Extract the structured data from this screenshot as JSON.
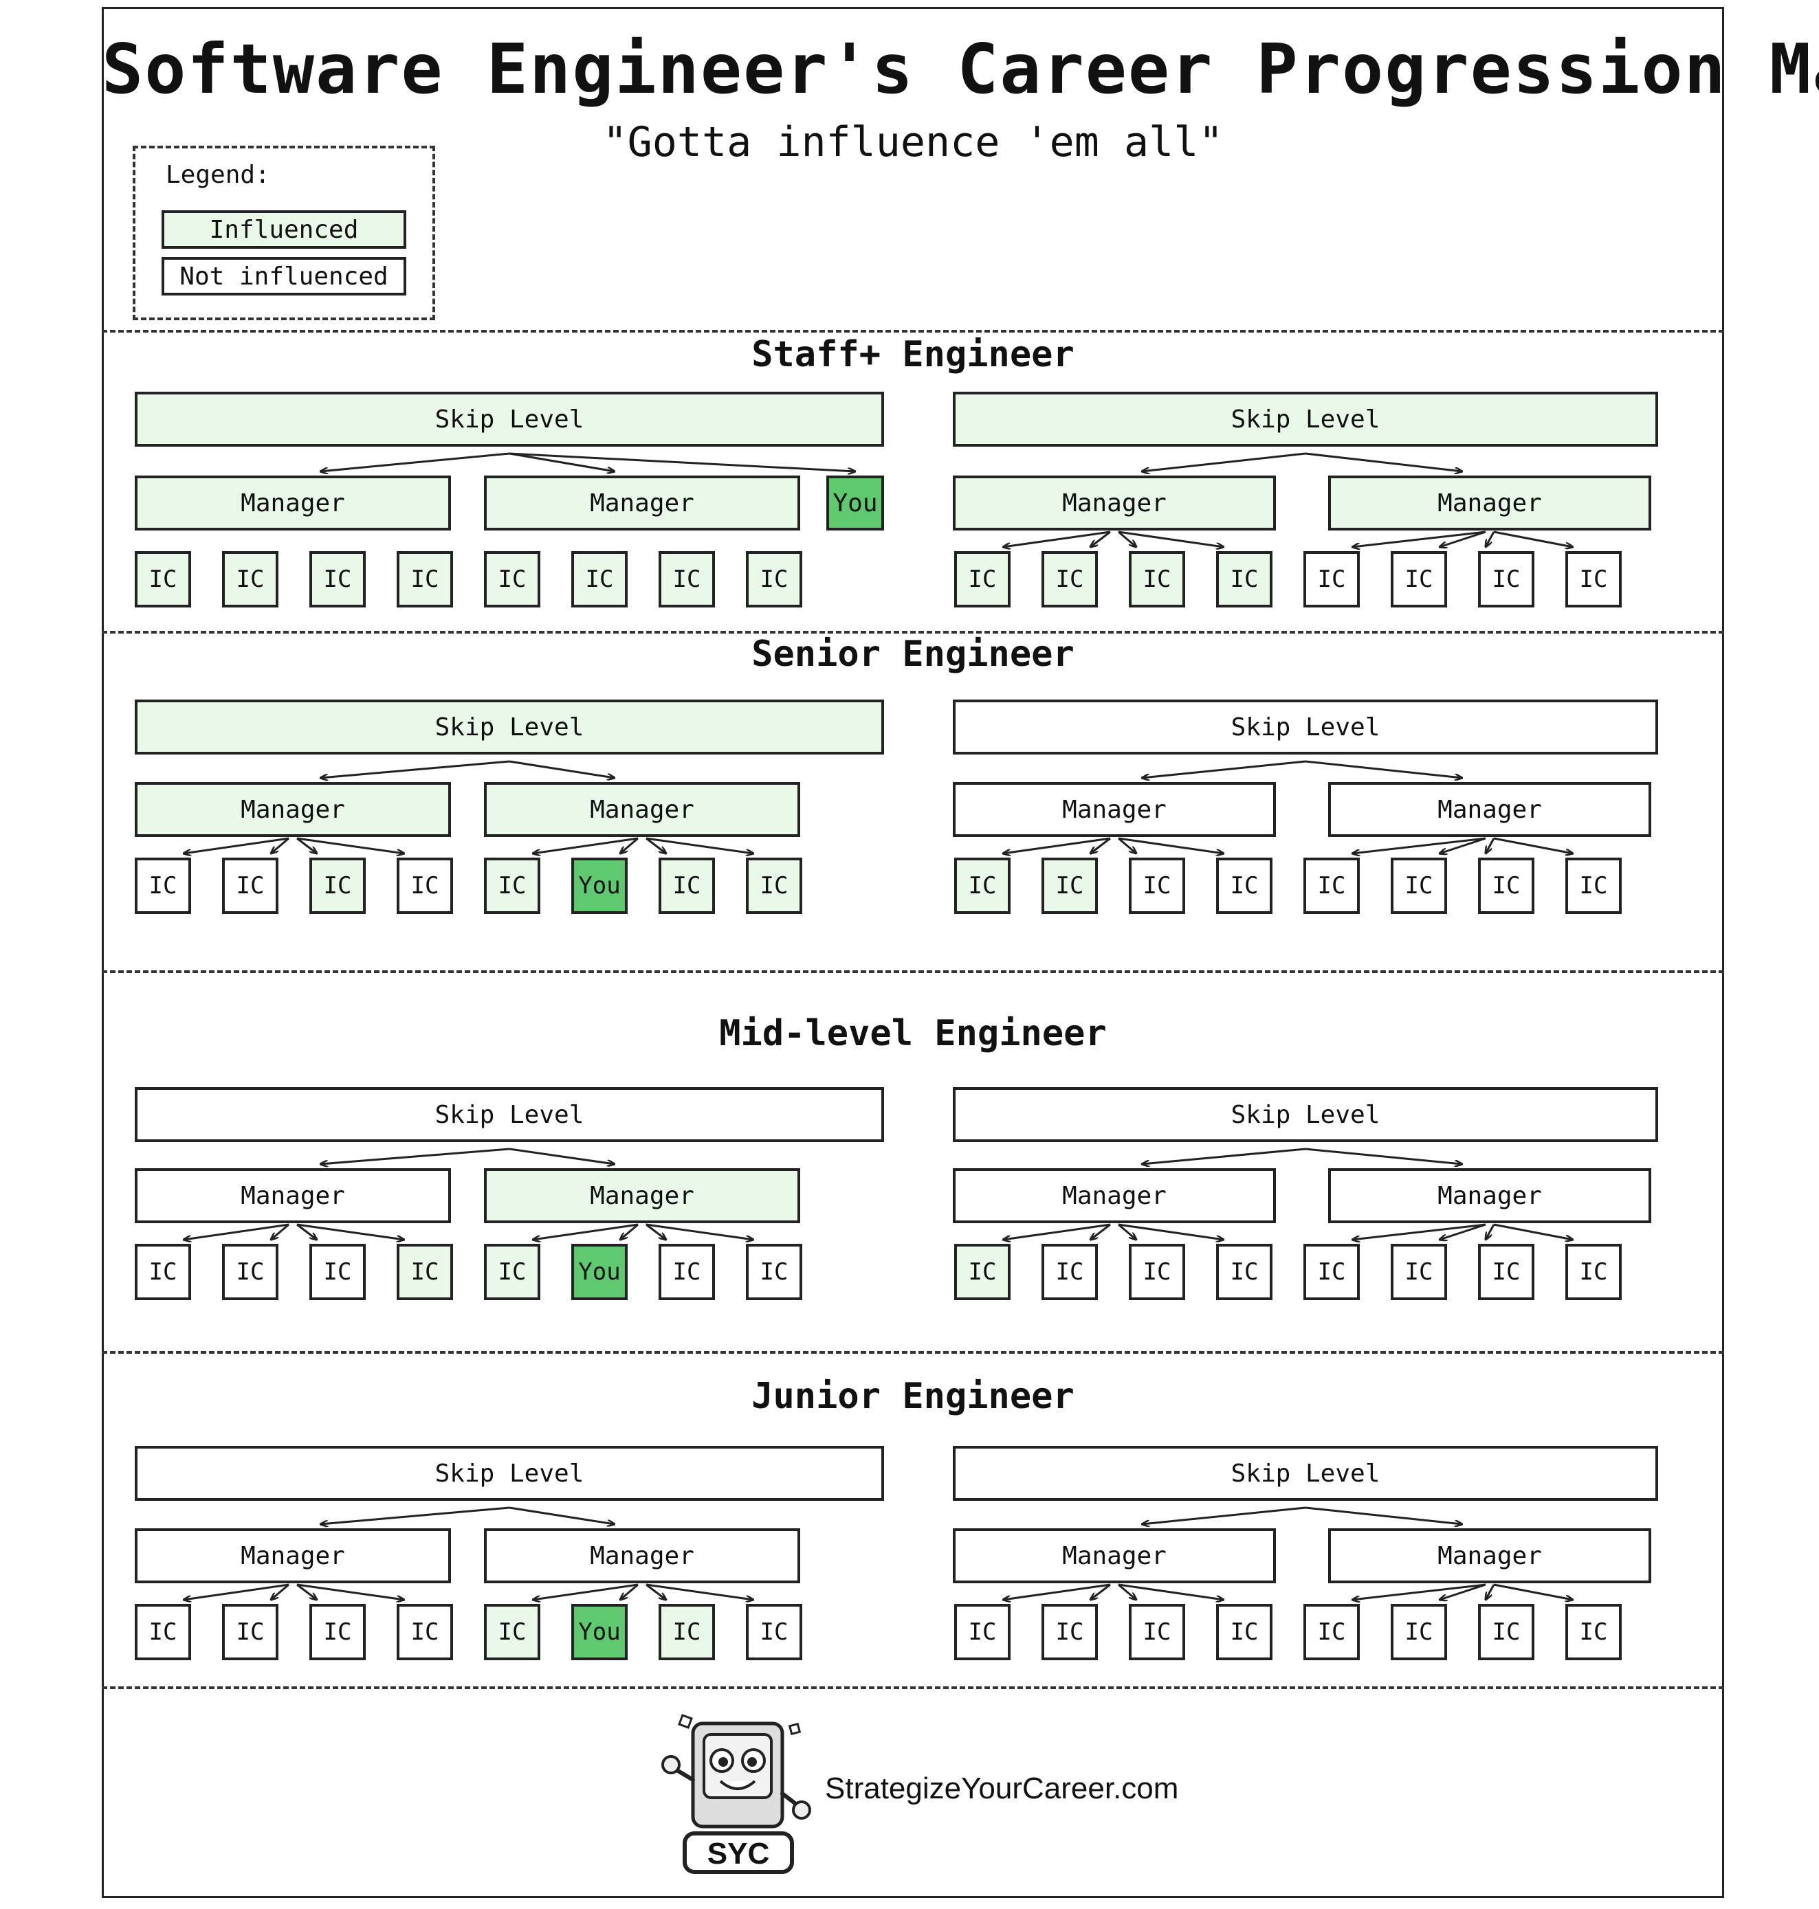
{
  "title": "Software Engineer's Career Progression Map",
  "subtitle": "\"Gotta influence 'em all\"",
  "legend": {
    "title": "Legend:",
    "influenced": "Influenced",
    "not_influenced": "Not influenced"
  },
  "colors": {
    "influenced": "#e9f8e9",
    "you": "#5ec96f",
    "not_influenced": "#ffffff"
  },
  "labels": {
    "skip": "Skip Level",
    "manager": "Manager",
    "ic": "IC",
    "you": "You"
  },
  "sections": [
    {
      "title": "Staff+ Engineer",
      "orgs": [
        {
          "skip": "inf",
          "managers": [
            {
              "state": "inf",
              "ics": [
                "inf",
                "inf",
                "inf",
                "inf"
              ]
            },
            {
              "state": "inf",
              "ics": [
                "inf",
                "inf",
                "inf",
                "inf"
              ]
            }
          ],
          "you_under_skip": true
        },
        {
          "skip": "inf",
          "managers": [
            {
              "state": "inf",
              "ics": [
                "inf",
                "inf",
                "inf",
                "inf"
              ]
            },
            {
              "state": "inf",
              "ics": [
                "no",
                "no",
                "no",
                "no"
              ]
            }
          ]
        }
      ]
    },
    {
      "title": "Senior Engineer",
      "orgs": [
        {
          "skip": "inf",
          "managers": [
            {
              "state": "inf",
              "ics": [
                "no",
                "no",
                "inf",
                "no"
              ]
            },
            {
              "state": "inf",
              "ics": [
                "inf",
                "you",
                "inf",
                "inf"
              ]
            }
          ]
        },
        {
          "skip": "no",
          "managers": [
            {
              "state": "no",
              "ics": [
                "inf",
                "inf",
                "no",
                "no"
              ]
            },
            {
              "state": "no",
              "ics": [
                "no",
                "no",
                "no",
                "no"
              ]
            }
          ]
        }
      ]
    },
    {
      "title": "Mid-level Engineer",
      "orgs": [
        {
          "skip": "no",
          "managers": [
            {
              "state": "no",
              "ics": [
                "no",
                "no",
                "no",
                "inf"
              ]
            },
            {
              "state": "inf",
              "ics": [
                "inf",
                "you",
                "no",
                "no"
              ]
            }
          ]
        },
        {
          "skip": "no",
          "managers": [
            {
              "state": "no",
              "ics": [
                "inf",
                "no",
                "no",
                "no"
              ]
            },
            {
              "state": "no",
              "ics": [
                "no",
                "no",
                "no",
                "no"
              ]
            }
          ]
        }
      ]
    },
    {
      "title": "Junior Engineer",
      "orgs": [
        {
          "skip": "no",
          "managers": [
            {
              "state": "no",
              "ics": [
                "no",
                "no",
                "no",
                "no"
              ]
            },
            {
              "state": "no",
              "ics": [
                "inf",
                "you",
                "inf",
                "no"
              ]
            }
          ]
        },
        {
          "skip": "no",
          "managers": [
            {
              "state": "no",
              "ics": [
                "no",
                "no",
                "no",
                "no"
              ]
            },
            {
              "state": "no",
              "ics": [
                "no",
                "no",
                "no",
                "no"
              ]
            }
          ]
        }
      ]
    }
  ],
  "footer": {
    "logo_text": "SYC",
    "site": "StrategizeYourCareer.com"
  }
}
